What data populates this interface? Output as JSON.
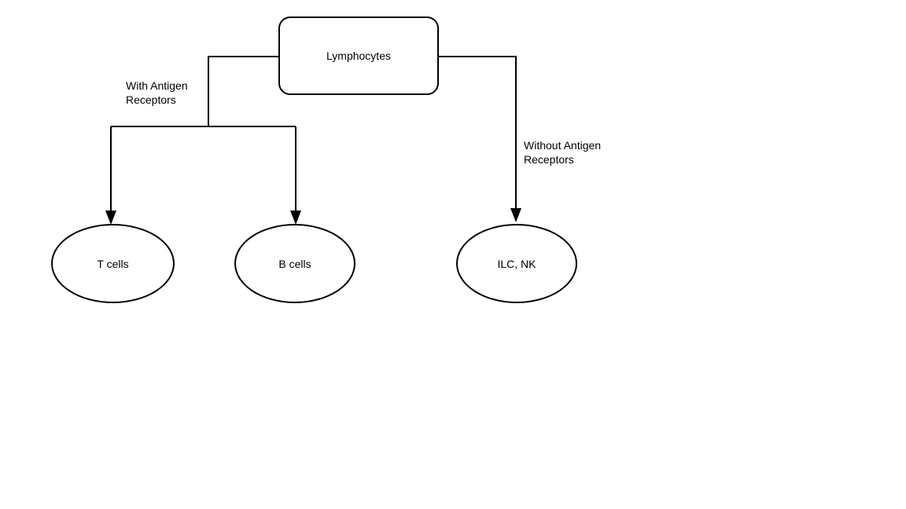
{
  "diagram": {
    "root": {
      "label": "Lymphocytes"
    },
    "edges": [
      {
        "label": "With Antigen Receptors",
        "from": "Lymphocytes",
        "to": [
          "T cells",
          "B cells"
        ]
      },
      {
        "label": "Without Antigen Receptors",
        "from": "Lymphocytes",
        "to": [
          "ILC, NK"
        ]
      }
    ],
    "nodes": [
      {
        "label": "T cells"
      },
      {
        "label": "B cells"
      },
      {
        "label": "ILC, NK"
      }
    ],
    "colors": {
      "stroke": "#000000",
      "fill": "#ffffff",
      "text": "#000000"
    }
  }
}
